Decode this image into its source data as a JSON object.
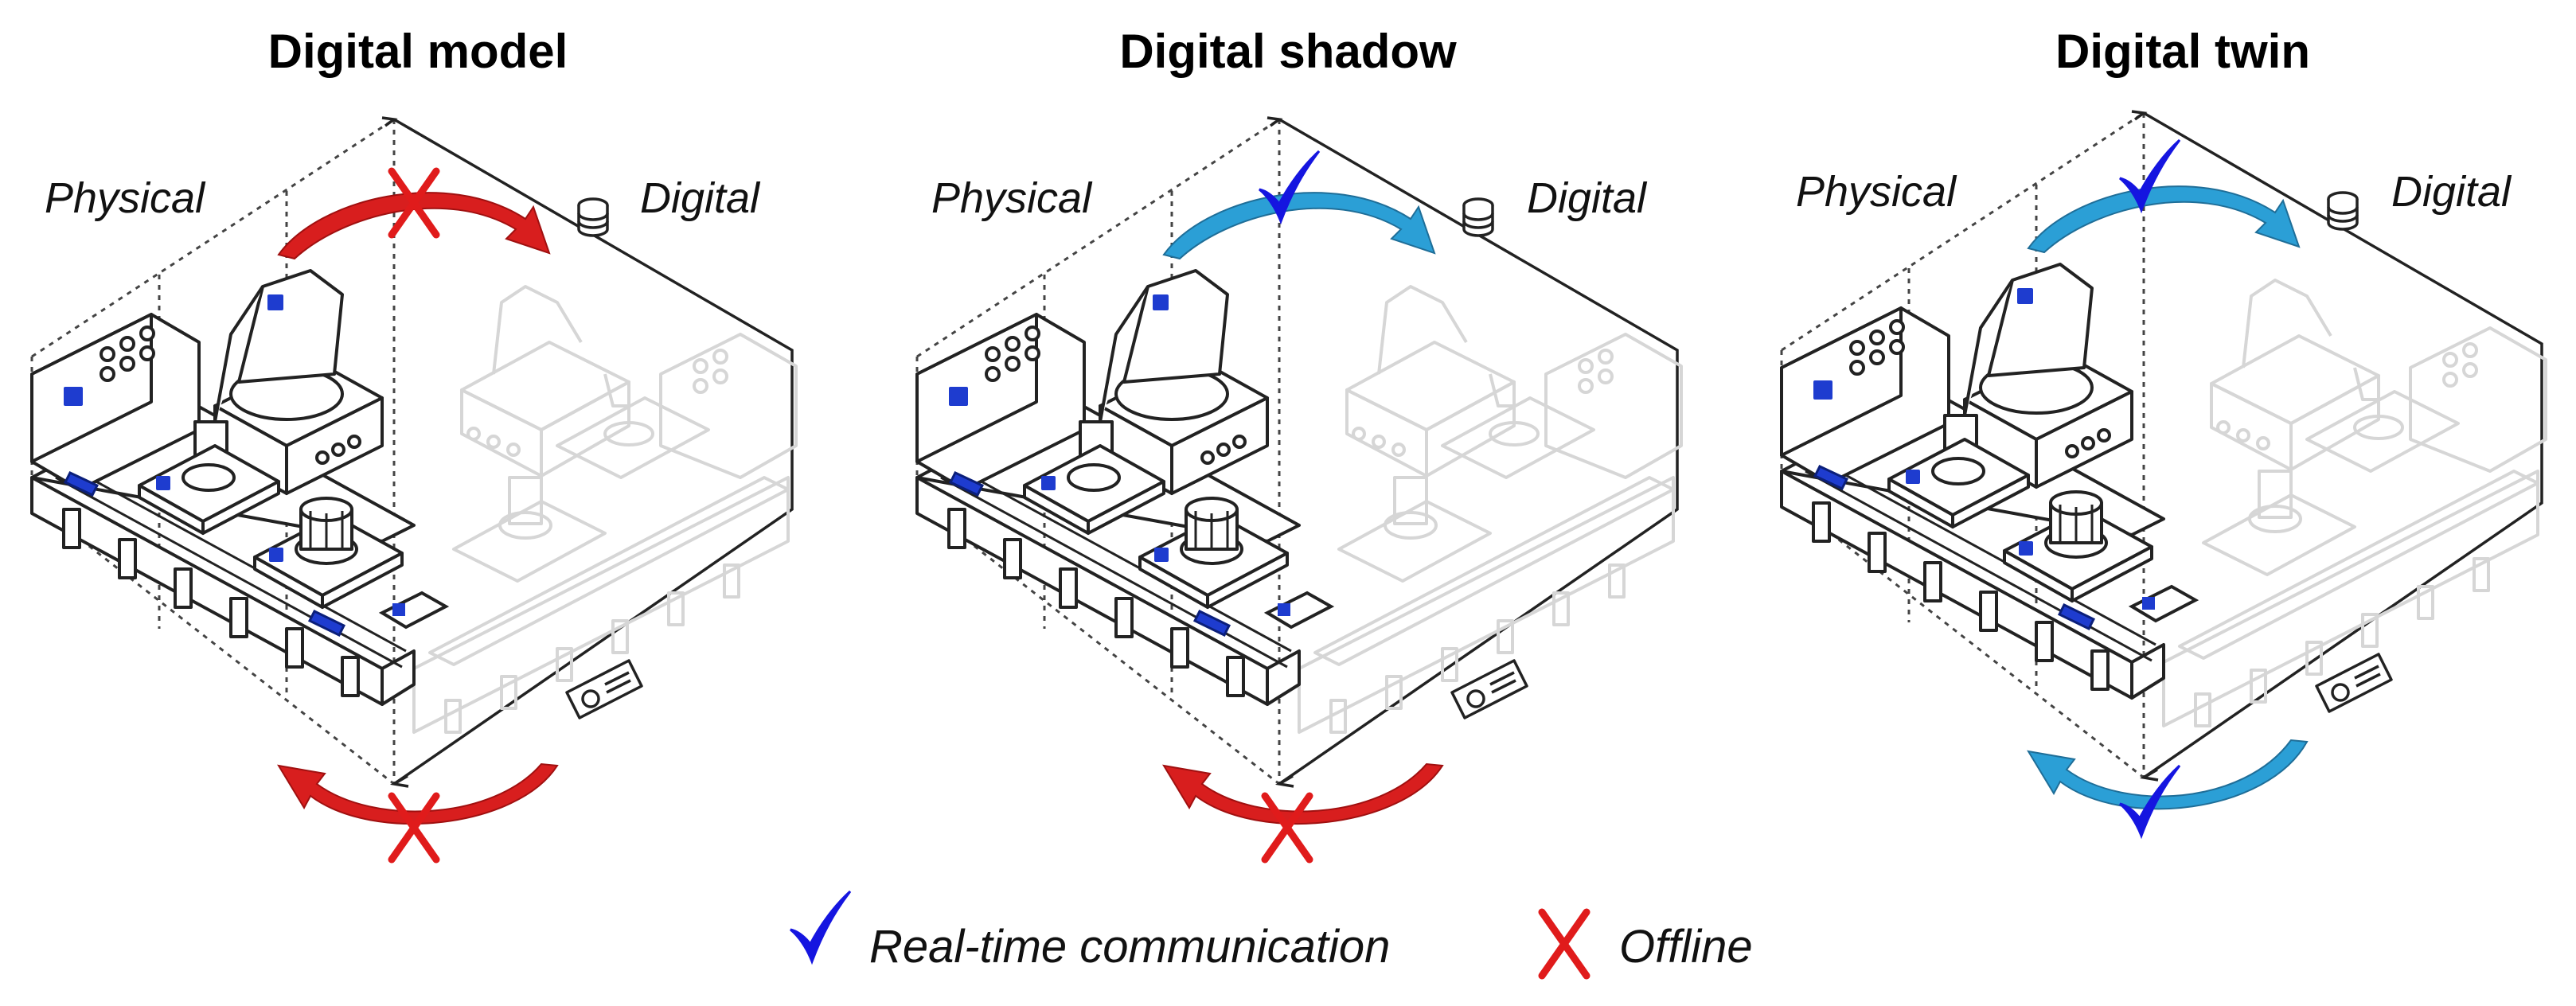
{
  "panels": [
    {
      "title": "Digital model",
      "physical_label": "Physical",
      "digital_label": "Digital",
      "top_link": "offline",
      "bottom_link": "offline"
    },
    {
      "title": "Digital shadow",
      "physical_label": "Physical",
      "digital_label": "Digital",
      "top_link": "real-time",
      "bottom_link": "offline"
    },
    {
      "title": "Digital twin",
      "physical_label": "Physical",
      "digital_label": "Digital",
      "top_link": "real-time",
      "bottom_link": "real-time"
    }
  ],
  "legend": {
    "realtime_label": "Real-time communication",
    "offline_label": "Offline",
    "realtime_icon": "checkmark-icon",
    "offline_icon": "x-mark-icon"
  },
  "colors": {
    "realtime_check": "#1515e0",
    "offline_x": "#e01b1b",
    "arrow_red": "#d81e1e",
    "arrow_blue": "#2b9fd6",
    "component_blue": "#1e3ccf"
  }
}
